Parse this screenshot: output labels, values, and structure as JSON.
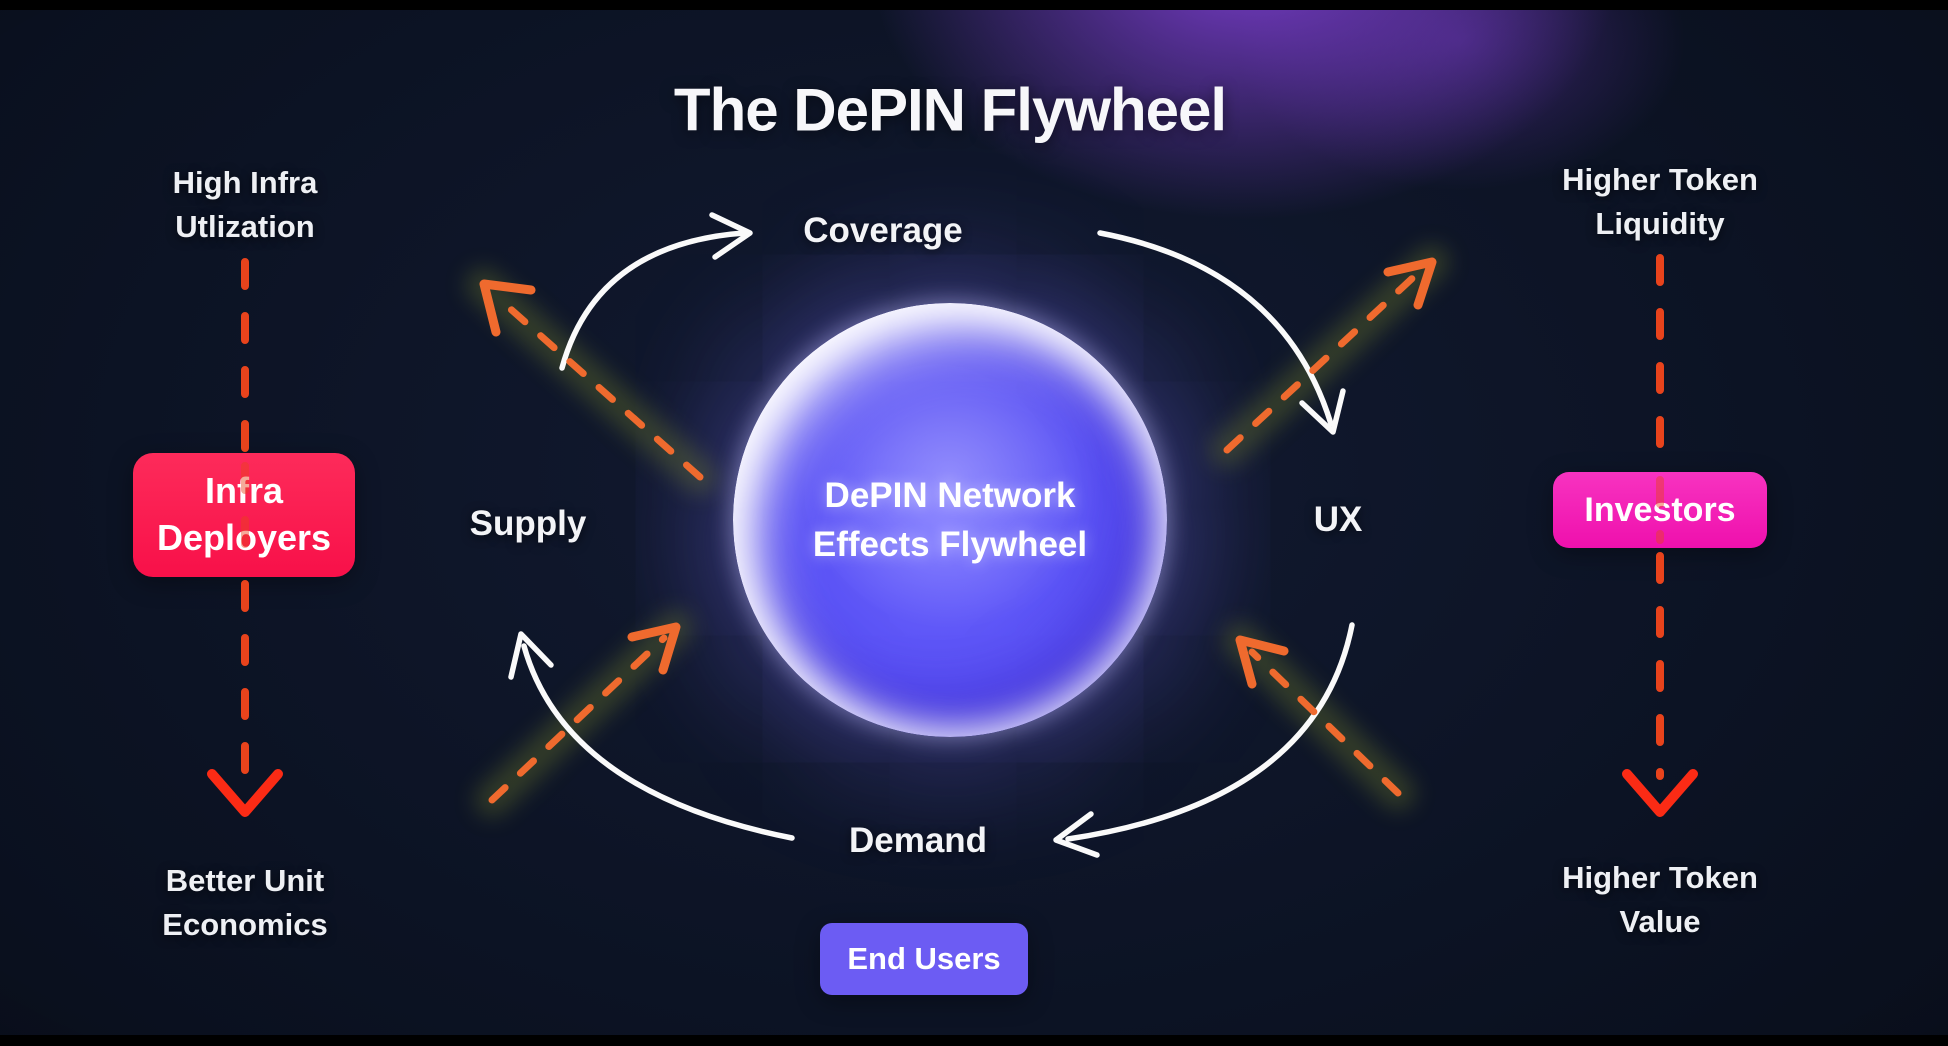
{
  "title": "The DePIN Flywheel",
  "sphere": {
    "label": "DePIN Network\nEffects Flywheel"
  },
  "nodes": {
    "top": "Coverage",
    "right": "UX",
    "bottom": "Demand",
    "left": "Supply"
  },
  "badges": {
    "infra": "Infra\nDeployers",
    "investors": "Investors",
    "end_users": "End Users"
  },
  "side_left": {
    "top": "High Infra\nUtlization",
    "bottom": "Better Unit\nEconomics"
  },
  "side_right": {
    "top": "Higher Token\nLiquidity",
    "bottom": "Higher Token\nValue"
  },
  "colors": {
    "background": "#0b1120",
    "top_glow": "#7d3ed0",
    "sphere_blue": "#5a52f5",
    "infra_badge": "#f81049",
    "investors_badge": "#ef10ad",
    "end_users_badge": "#6c5cf3",
    "cycle_arrow": "#ffffff",
    "diagonal_dashed_arrow": "#ef6a2e",
    "diagonal_glow": "#77842b",
    "vertical_dashed_arrow": "#e8431c",
    "arrowhead_red": "#fb2b15"
  }
}
